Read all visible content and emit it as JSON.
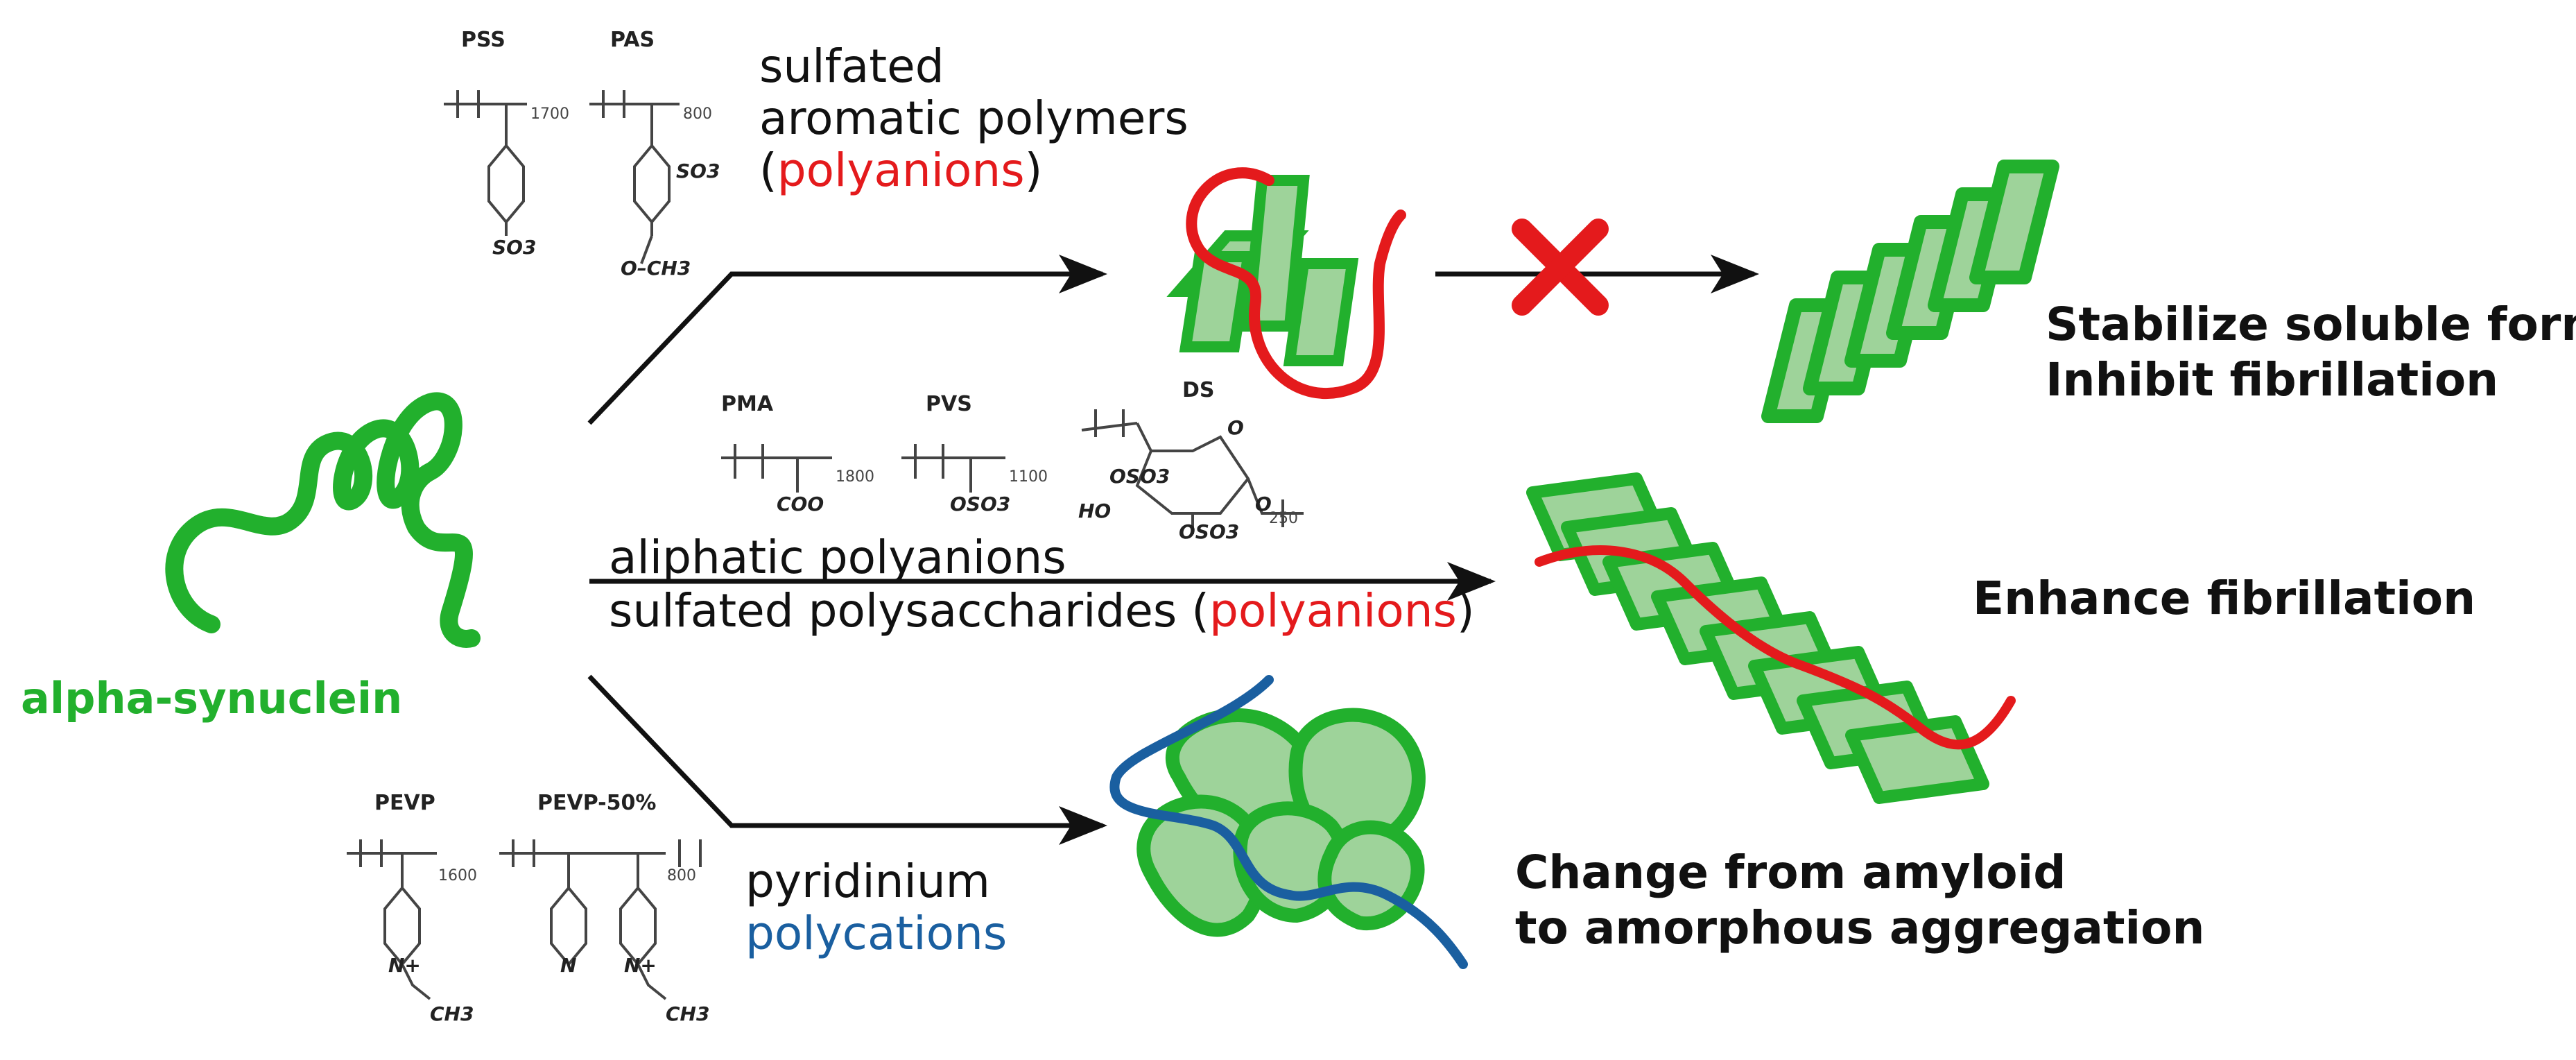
{
  "alpha_synuclein_label": "alpha-synuclein",
  "top_path": {
    "polymers": [
      "PSS",
      "PAS"
    ],
    "subscripts": [
      "1700",
      "800"
    ],
    "line1": "sulfated",
    "line2": "aromatic polymers",
    "paren_open": "(",
    "highlight": "polyanions",
    "paren_close": ")",
    "outcome_line1": "Stabilize soluble form",
    "outcome_line2": "Inhibit fibrillation"
  },
  "middle_path": {
    "polymers": [
      "PMA",
      "PVS",
      "DS"
    ],
    "subscripts": [
      "1800",
      "1100",
      "250"
    ],
    "line1": "aliphatic polyanions",
    "line2_prefix": "sulfated polysaccharides (",
    "highlight": "polyanions",
    "paren_close": ")",
    "outcome": "Enhance fibrillation"
  },
  "bottom_path": {
    "polymers": [
      "PEVP",
      "PEVP-50%"
    ],
    "subscripts": [
      "1600",
      "800"
    ],
    "line1": "pyridinium",
    "highlight": "polycations",
    "outcome_line1": "Change from amyloid",
    "outcome_line2": "to amorphous aggregation"
  },
  "chem_groups": {
    "so3": "SO3",
    "och3": "O–CH3",
    "coo": "COO",
    "oso3": "OSO3",
    "ho": "HO",
    "o": "O",
    "n": "N",
    "n_plus": "N+",
    "ch3": "CH3"
  },
  "colors": {
    "protein_green": "#22b02d",
    "sheet_fill": "#9ed39a",
    "polyanion_red": "#e41a1c",
    "polycation_blue": "#1a5fa0",
    "arrow": "#111111"
  },
  "icons": [
    "inhibition-cross-icon"
  ]
}
